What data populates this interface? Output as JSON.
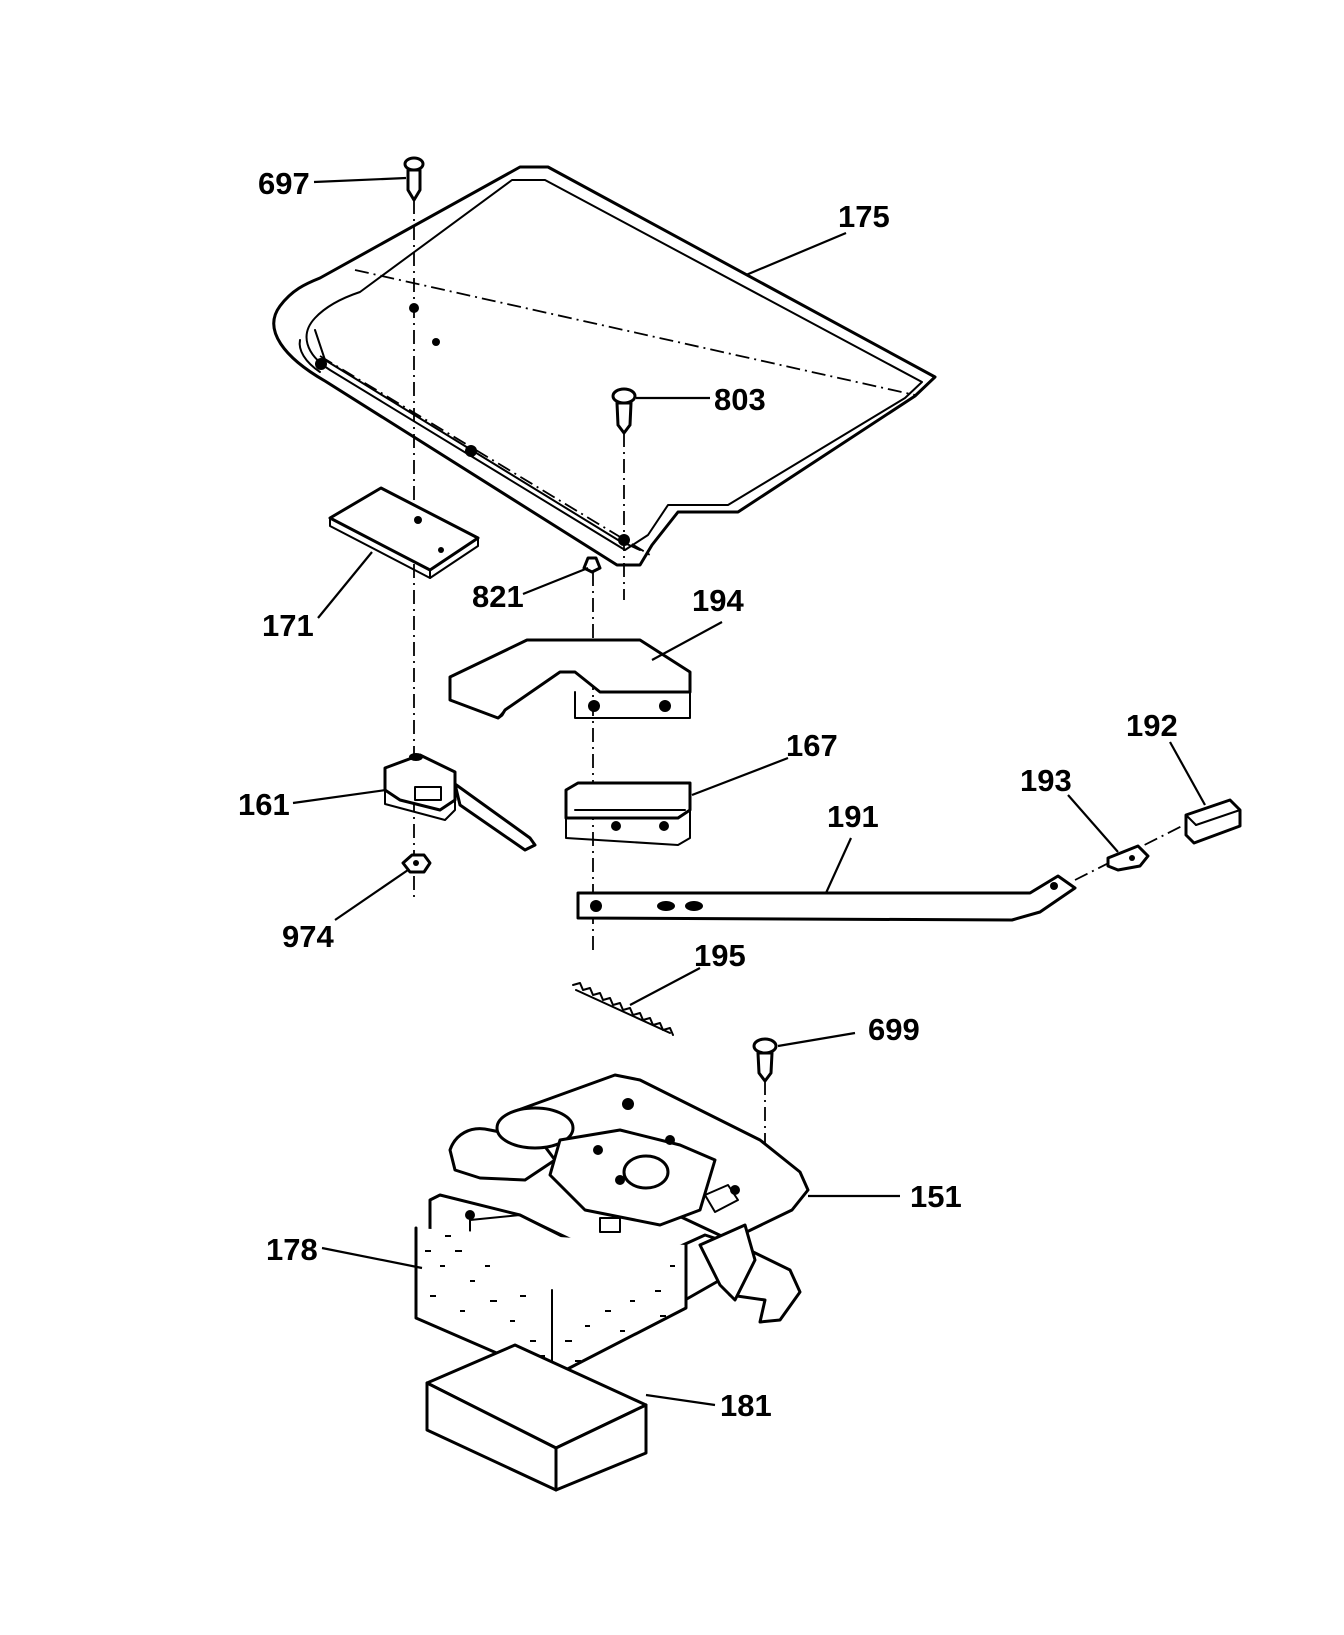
{
  "diagram": {
    "parts": [
      {
        "id": "697",
        "label": "697"
      },
      {
        "id": "175",
        "label": "175"
      },
      {
        "id": "803",
        "label": "803"
      },
      {
        "id": "821",
        "label": "821"
      },
      {
        "id": "194",
        "label": "194"
      },
      {
        "id": "171",
        "label": "171"
      },
      {
        "id": "192",
        "label": "192"
      },
      {
        "id": "167",
        "label": "167"
      },
      {
        "id": "193",
        "label": "193"
      },
      {
        "id": "161",
        "label": "161"
      },
      {
        "id": "191",
        "label": "191"
      },
      {
        "id": "974",
        "label": "974"
      },
      {
        "id": "195",
        "label": "195"
      },
      {
        "id": "699",
        "label": "699"
      },
      {
        "id": "151",
        "label": "151"
      },
      {
        "id": "178",
        "label": "178"
      },
      {
        "id": "181",
        "label": "181"
      }
    ]
  }
}
